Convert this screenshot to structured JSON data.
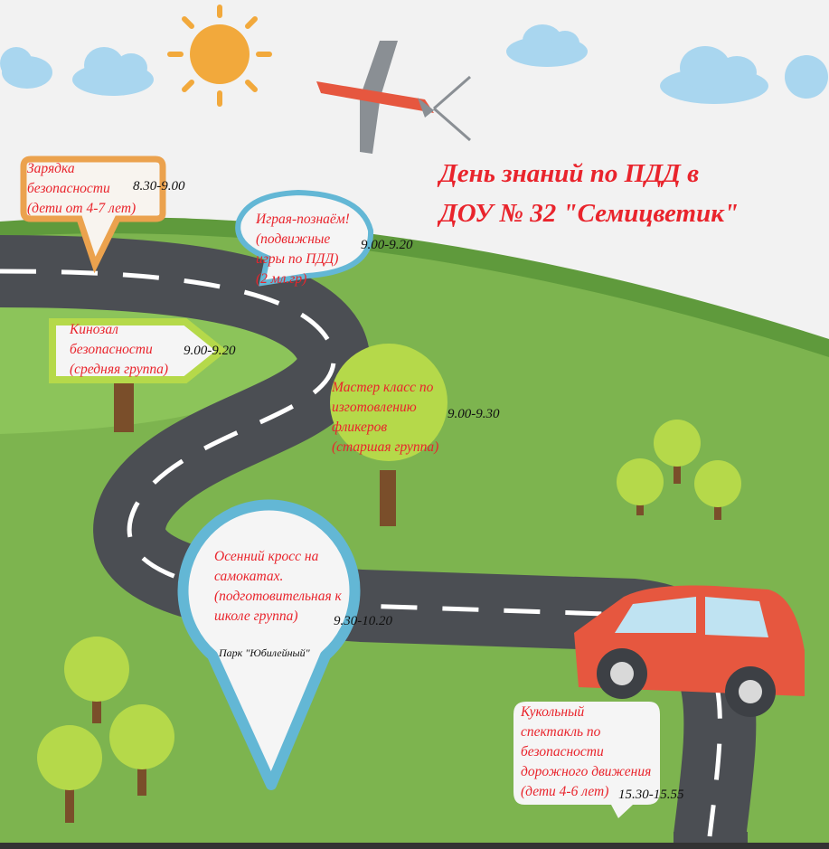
{
  "title": {
    "line1": "День знаний по ПДД в",
    "line2": "ДОУ № 32 \"Семицветик\""
  },
  "events": [
    {
      "lines": [
        "Зарядка",
        "безопасности",
        "(дети от 4-7 лет)"
      ],
      "time": "8.30-9.00"
    },
    {
      "lines": [
        "Играя-познаём!",
        "(подвижные",
        "игры по ПДД)",
        "(2 мл.гр)"
      ],
      "time": "9.00-9.20"
    },
    {
      "lines": [
        "Кинозал",
        "безопасности",
        "(средняя группа)"
      ],
      "time": "9.00-9.20"
    },
    {
      "lines": [
        "Мастер класс по",
        "изготовлению",
        "фликеров",
        "(старшая группа)"
      ],
      "time": "9.00-9.30"
    },
    {
      "lines": [
        "Осенний кросс на",
        "самокатах.",
        "(подготовительная к",
        "школе группа)"
      ],
      "time": "9.30-10.20",
      "place": "Парк \"Юбилейный\""
    },
    {
      "lines": [
        "Кукольный",
        "спектакль по",
        "безопасности",
        "дорожного движения",
        "(дети 4-6 лет)"
      ],
      "time": "15.30-15.55"
    }
  ],
  "colors": {
    "text": "#e9242c",
    "grass": "#7db44f",
    "road": "#4b4e53",
    "sky": "#f2f2f2"
  }
}
